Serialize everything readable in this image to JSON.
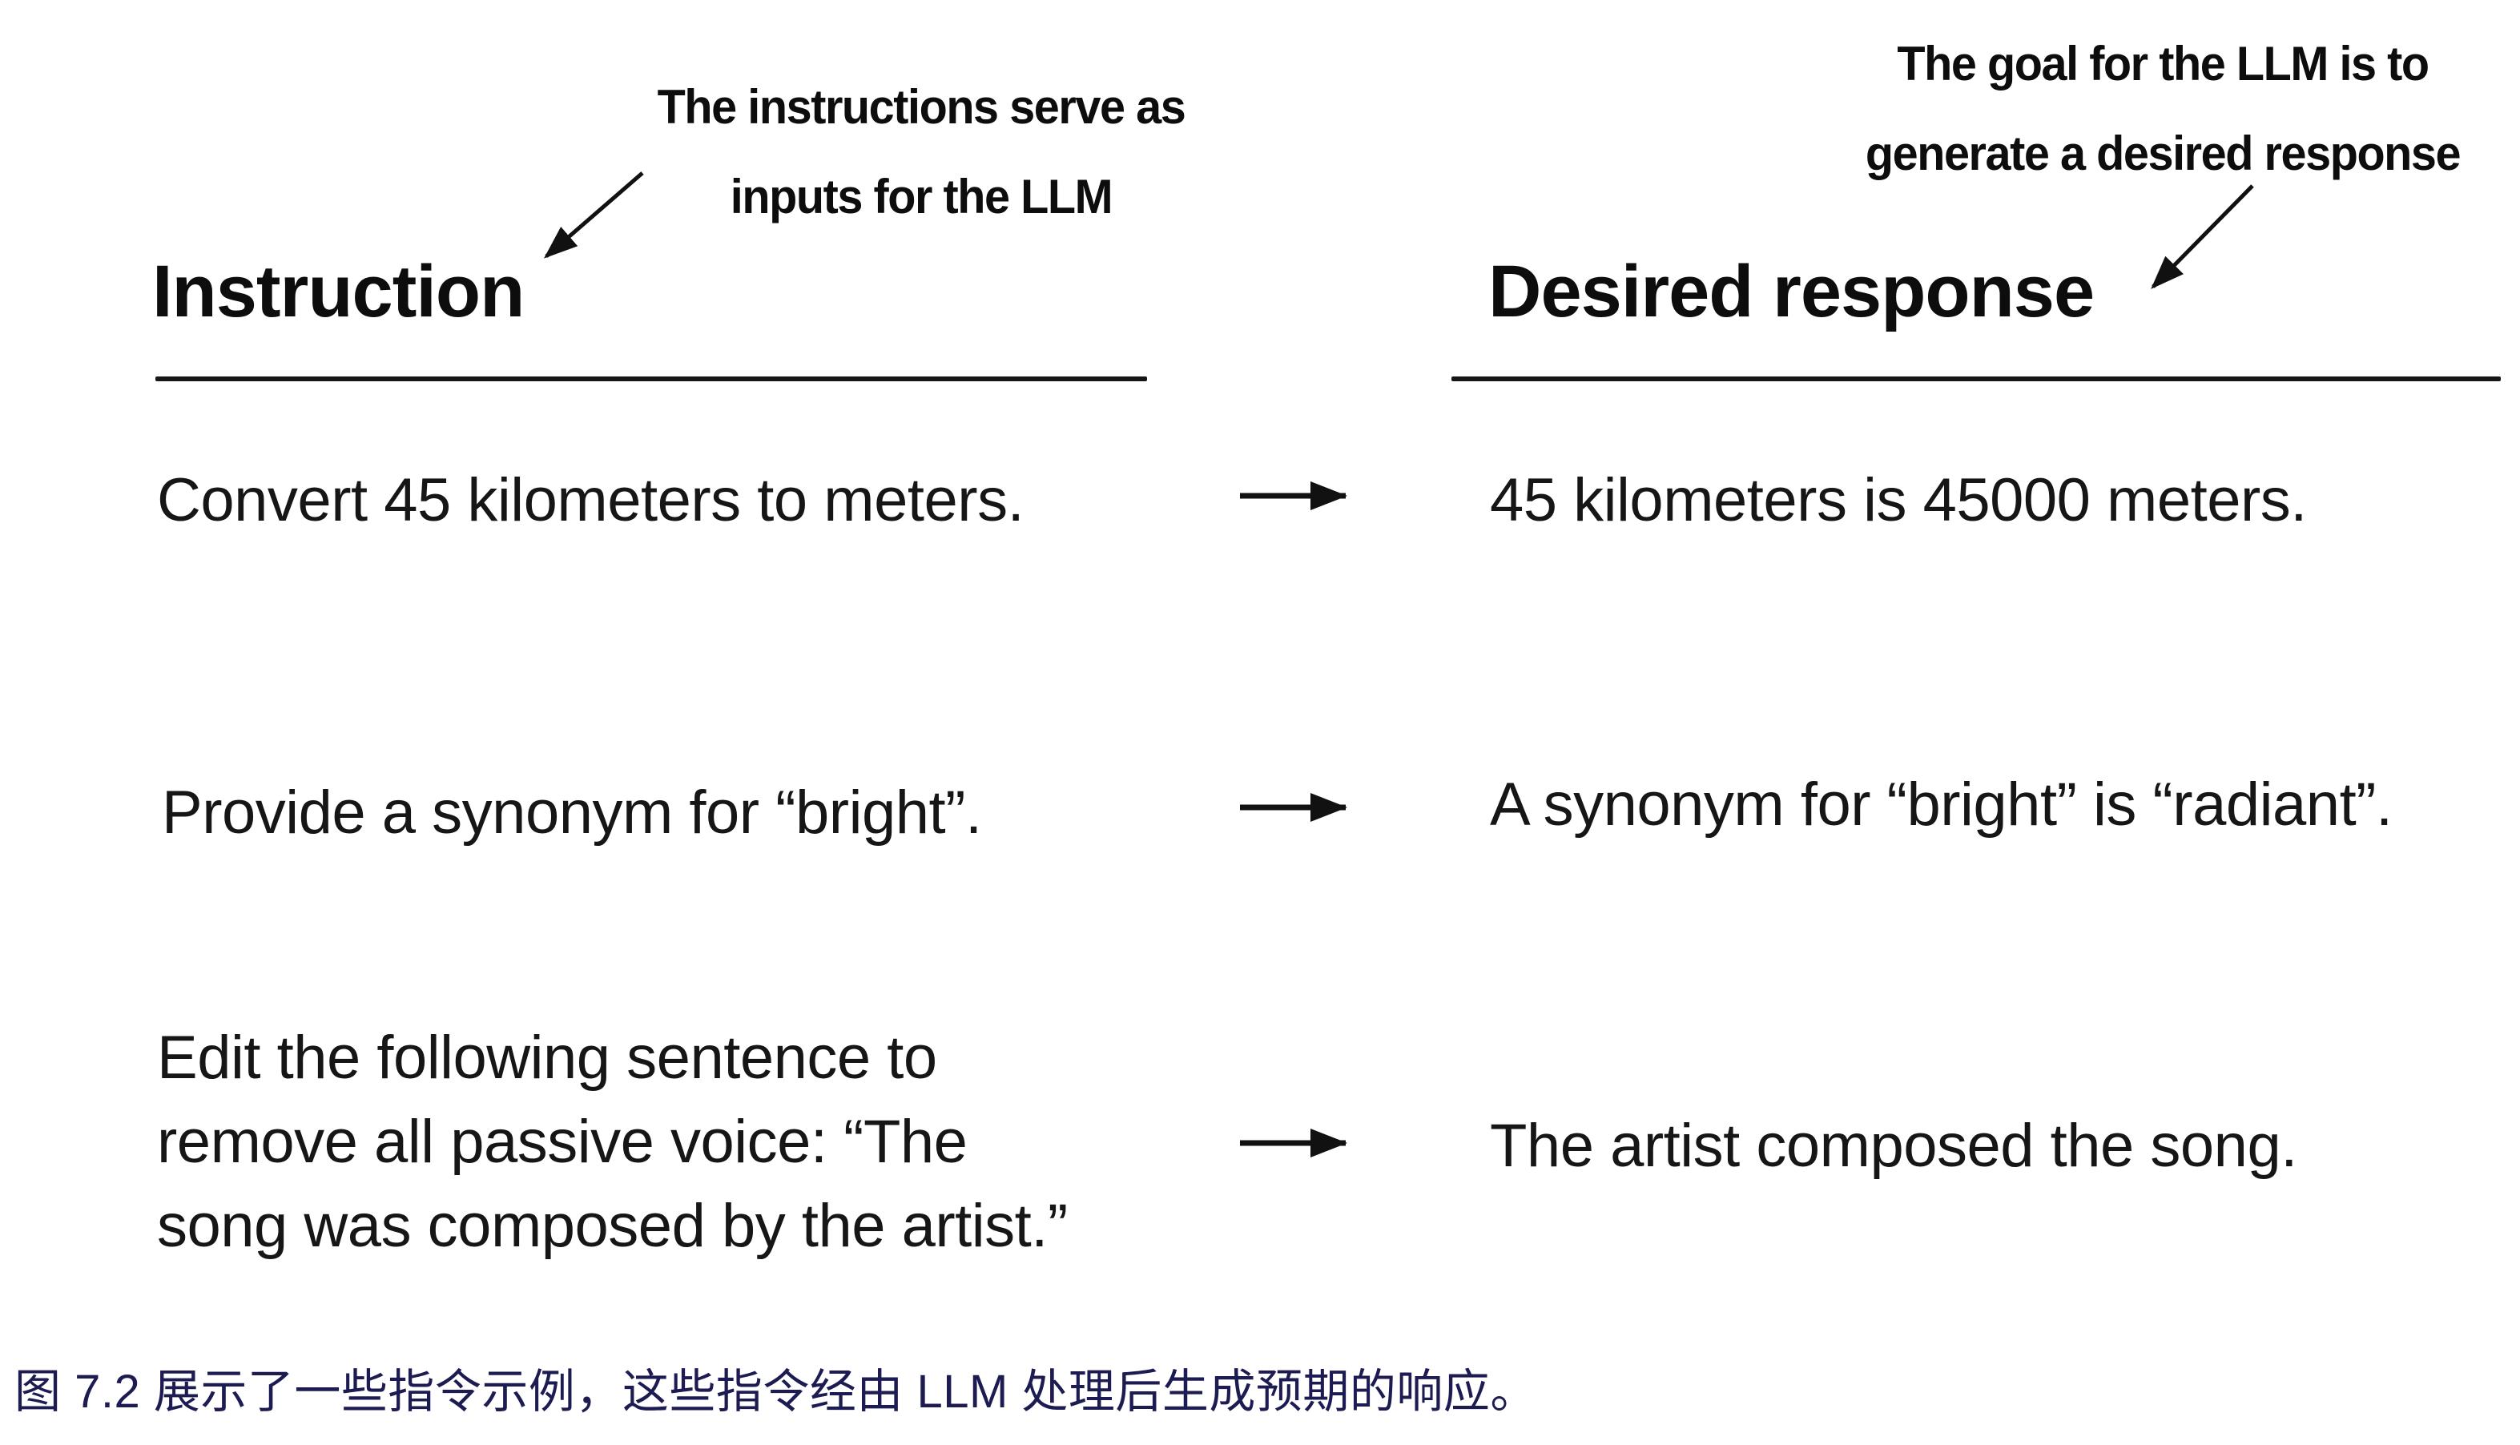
{
  "figure": {
    "annotations": {
      "left": {
        "lines": [
          "The instructions serve as",
          "inputs for the LLM"
        ]
      },
      "right": {
        "lines": [
          "The goal for the LLM is to",
          "generate a desired response"
        ]
      }
    },
    "columns": {
      "left_header": "Instruction",
      "right_header": "Desired response"
    },
    "rows": [
      {
        "instruction": "Convert 45 kilometers to meters.",
        "response": "45 kilometers is 45000 meters."
      },
      {
        "instruction": "Provide a synonym for “bright”.",
        "response": "A synonym for “bright” is “radiant”."
      },
      {
        "instruction_lines": [
          "Edit the following sentence to",
          "remove all passive voice: “The",
          "song was composed by the artist.”"
        ],
        "response": "The artist composed the song."
      }
    ],
    "caption": "图 7.2 展示了一些指令示例，这些指令经由 LLM 处理后生成预期的响应。",
    "colors": {
      "ink": "#111111",
      "caption_ink": "#1c1c52",
      "background": "#ffffff"
    }
  }
}
